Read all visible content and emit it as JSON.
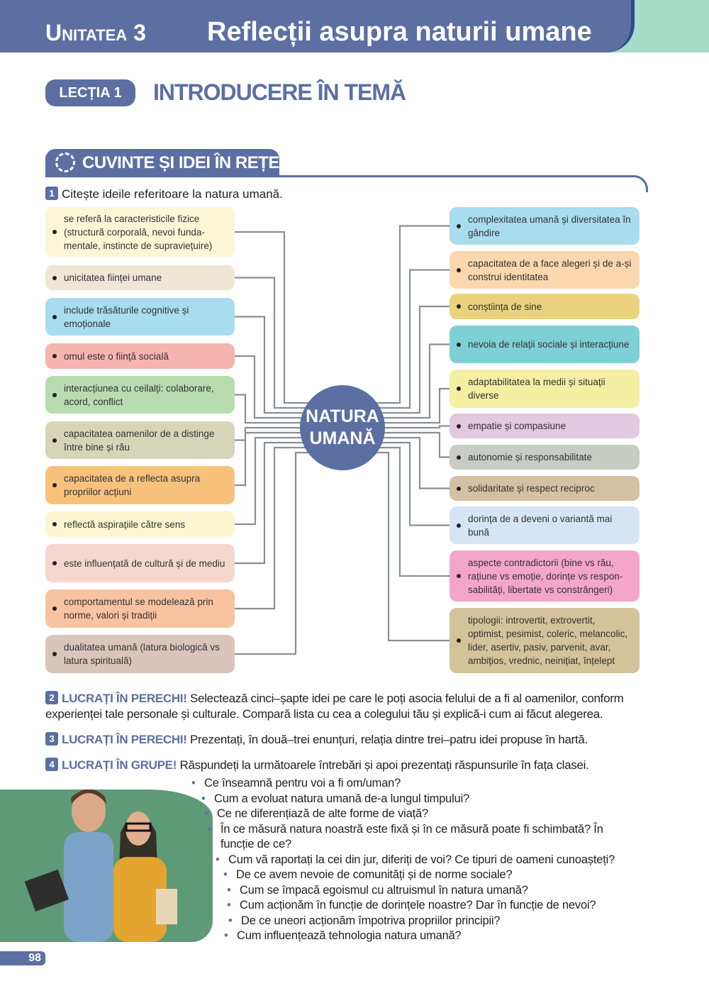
{
  "header": {
    "unit_label": "Unitatea",
    "unit_number": "3",
    "title": "Reflecții asupra naturii umane"
  },
  "lesson": {
    "label": "LECȚIA 1",
    "title": "INTRODUCERE ÎN TEMĂ"
  },
  "section": {
    "title": "CUVINTE ȘI IDEI ÎN REȚEA",
    "icon": "network-icon"
  },
  "task1": {
    "number": "1",
    "text": "Citește ideile referitoare la natura umană."
  },
  "center": {
    "line1": "NATURA",
    "line2": "UMANĂ"
  },
  "left_ideas": [
    {
      "text": "se referă la caracteristicile fizice (structură corporală, nevoi funda-mentale, instincte de supraviețuire)",
      "color": "#fbf6d5"
    },
    {
      "text": "unicitatea ființei umane",
      "color": "#efe6d6"
    },
    {
      "text": "include trăsăturile cognitive și emoționale",
      "color": "#a8dcef"
    },
    {
      "text": "omul este o ființă socială",
      "color": "#f5b4ae"
    },
    {
      "text": "interacțiunea cu ceilalți: colaborare, acord, conflict",
      "color": "#b7dcb0"
    },
    {
      "text": "capacitatea oamenilor de a distinge între bine și rău",
      "color": "#d6d5b8"
    },
    {
      "text": "capacitatea de a reflecta asupra propriilor acțiuni",
      "color": "#f8c27c"
    },
    {
      "text": "reflectă aspirațiile către sens",
      "color": "#fbf6d0"
    },
    {
      "text": "este influențată de cultură și de mediu",
      "color": "#f5d7cf"
    },
    {
      "text": "comportamentul se modelează prin norme, valori și tradiții",
      "color": "#f8c3a0"
    },
    {
      "text": "dualitatea umană (latura biologică vs latura spirituală)",
      "color": "#d9c5bb"
    }
  ],
  "right_ideas": [
    {
      "text": "complexitatea umană și diversitatea în gândire",
      "color": "#a8dcef"
    },
    {
      "text": "capacitatea de a face alegeri și de a-și construi identitatea",
      "color": "#fbd7ae"
    },
    {
      "text": "conștiința de sine",
      "color": "#ead27c"
    },
    {
      "text": "nevoia de relații sociale și interacțiune",
      "color": "#7fcfd6"
    },
    {
      "text": "adaptabilitatea la medii și situații diverse",
      "color": "#f4efa3"
    },
    {
      "text": "empatie și compasiune",
      "color": "#e3c8e0"
    },
    {
      "text": "autonomie și responsabilitate",
      "color": "#c9ccc4"
    },
    {
      "text": "solidaritate și respect reciproc",
      "color": "#d4c0a2"
    },
    {
      "text": "dorința de a deveni o variantă mai bună",
      "color": "#d5e5f5"
    },
    {
      "text": "aspecte contradictorii (bine vs rău, rațiune vs emoție, dorințe vs respon-sabilități, libertate vs constrângeri)",
      "color": "#f4a6c8"
    },
    {
      "text": "tipologii: introvertit, extrovertit, optimist, pesimist, coleric, melancolic, lider, asertiv, pasiv, parvenit, avar, ambițios, vrednic, neinițiat, înțelept",
      "color": "#d3c29a"
    }
  ],
  "task2": {
    "number": "2",
    "label": "LUCRAȚI ÎN PERECHI!",
    "text": " Selectează cinci–șapte idei pe care le poți asocia felului de a fi al oamenilor, conform experienței tale personale și culturale. Compară lista cu cea a colegului tău și explică-i cum ai făcut alegerea."
  },
  "task3": {
    "number": "3",
    "label": "LUCRAȚI ÎN PERECHI!",
    "text": " Prezentați, în două–trei enunțuri, relația dintre trei–patru idei propuse în hartă."
  },
  "task4": {
    "number": "4",
    "label": "LUCRAȚI ÎN GRUPE!",
    "text": " Răspundeți la următoarele întrebări și apoi prezentați răspunsurile în fața clasei."
  },
  "questions": [
    "Ce înseamnă pentru voi a fi om/uman?",
    "Cum a evoluat natura umană de-a lungul timpului?",
    "Ce ne diferențiază de alte forme de viață?",
    "În ce măsură natura noastră este fixă și în ce măsură poate fi schimbată? În funcție de ce?",
    "Cum vă raportați la cei din jur, diferiți de voi? Ce tipuri de oameni cunoașteți?",
    "De ce avem nevoie de comunități și de norme sociale?",
    "Cum se împacă egoismul cu altruismul în natura umană?",
    "Cum acționăm în funcție de dorințele noastre? Dar în funcție de nevoi?",
    "De ce uneori acționăm împotriva propriilor principii?",
    "Cum influențează tehnologia natura umană?"
  ],
  "page_number": "98"
}
